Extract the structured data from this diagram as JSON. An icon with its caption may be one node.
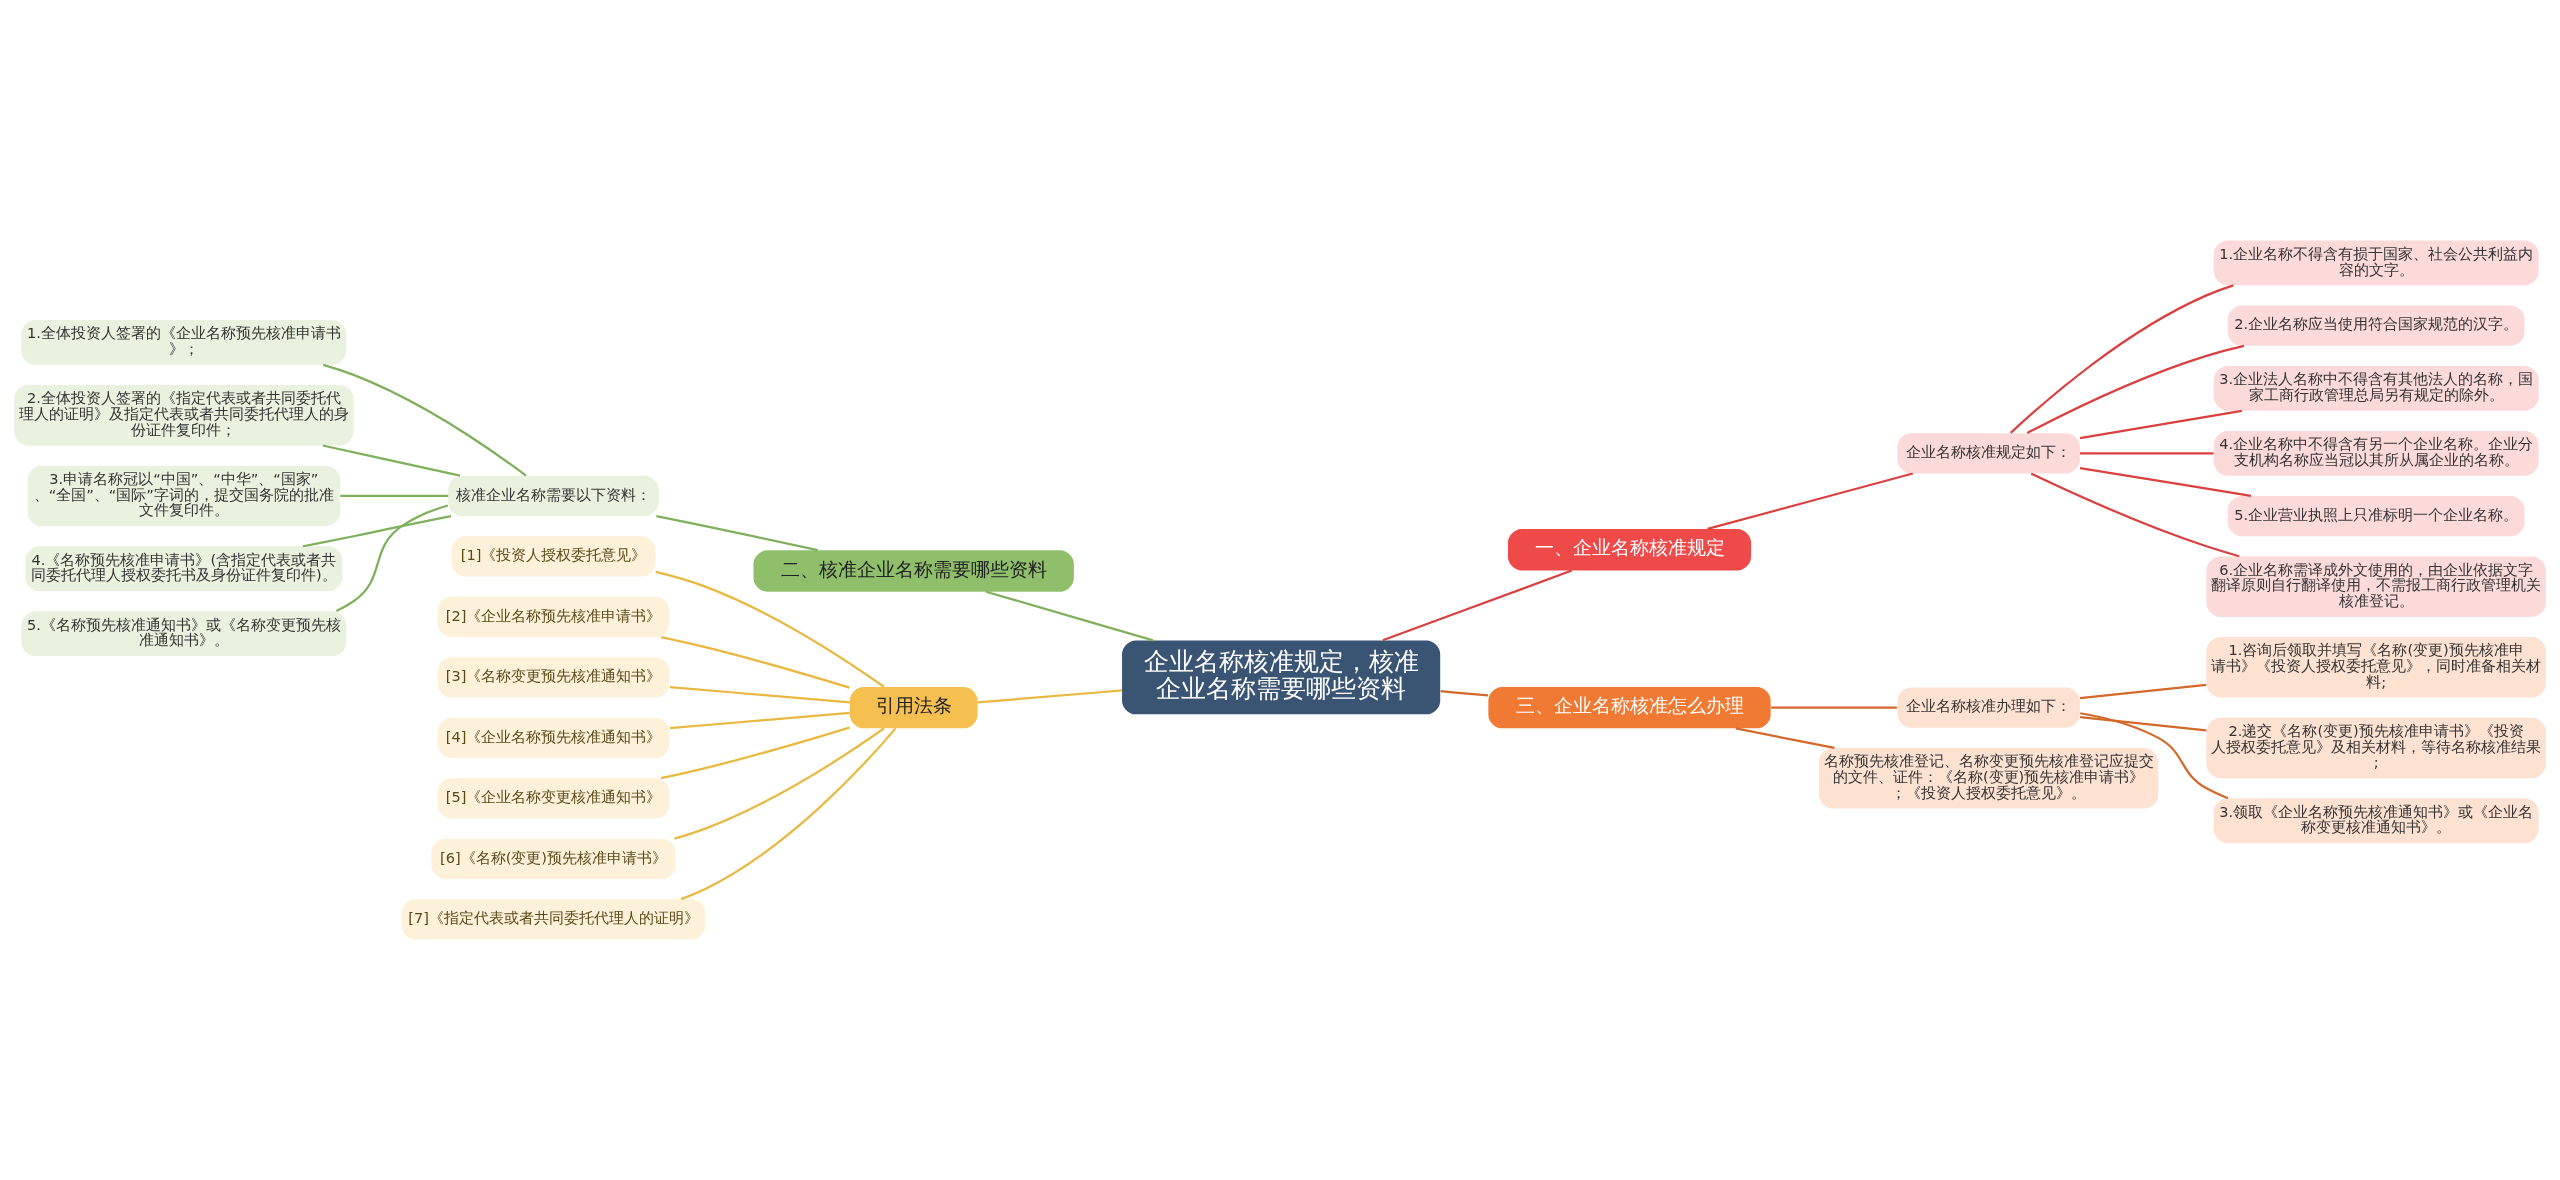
{
  "diagram": {
    "nodes": [
      {
        "text": [
          "企业名称核准规定，核准企业名称需要哪些资料"
        ]
      },
      {
        "text": [
          "一、企业名称核准规定"
        ]
      },
      {
        "text": [
          "企业名称核准规定如下："
        ]
      },
      {
        "text": [
          "1.企业名称不得含有损于国家、社会公共利益内容的文字。"
        ]
      },
      {
        "text": [
          "2.企业名称应当使用符合国家规范的汉字。"
        ]
      },
      {
        "text": [
          "3.企业法人名称中不得含有其他法人的名称，国家工商行政管理总局另有规定的除外。"
        ]
      },
      {
        "text": [
          "4.企业名称中不得含有另一个企业名称。企业分支机构名称应当冠以其所从属企业的名称。"
        ]
      },
      {
        "text": [
          "5.企业营业执照上只准标明一个企业名称。"
        ]
      },
      {
        "text": [
          "6.企业名称需译成外文使用的，由企业依据文字翻译原则自行翻译使用，不需报工商行政管理机关核准登记。"
        ]
      },
      {
        "text": [
          "二、核准企业名称需要哪些资料"
        ]
      },
      {
        "text": [
          "核准企业名称需要以下资料："
        ]
      },
      {
        "text": [
          "1.全体投资人签署的《企业名称预先核准申请书》；"
        ]
      },
      {
        "text": [
          "2.全体投资人签署的《指定代表或者共同委托代理人的证明》及指定代表或者共同委托代理人的身份证件复印件；"
        ]
      },
      {
        "text": [
          "3.申请名称冠以“中国”、“中华”、“国家”、“全国”、“国际”字词的，提交国务院的批准文件复印件。"
        ]
      },
      {
        "text": [
          "4.《名称预先核准申请书》(含指定代表或者共同委托代理人授权委托书及身份证件复印件)。"
        ]
      },
      {
        "text": [
          "5.《名称预先核准通知书》或《名称变更预先核准通知书》。"
        ]
      },
      {
        "text": [
          "三、企业名称核准怎么办理"
        ]
      },
      {
        "text": [
          "企业名称核准办理如下："
        ]
      },
      {
        "text": [
          "1.咨询后领取并填写《名称(变更)预先核准申请书》《投资人授权委托意见》，同时准备相关材料;"
        ]
      },
      {
        "text": [
          "2.递交《名称(变更)预先核准申请书》《投资人授权委托意见》及相关材料，等待名称核准结果;"
        ]
      },
      {
        "text": [
          "3.领取《企业名称预先核准通知书》或《企业名称变更核准通知书》。"
        ]
      },
      {
        "text": [
          "名称预先核准登记、名称变更预先核准登记应提交的文件、证件：《名称(变更)预先核准申请书》；《投资人授权委托意见》。"
        ]
      },
      {
        "text": [
          "引用法条"
        ]
      },
      {
        "text": [
          "[1]《投资人授权委托意见》"
        ]
      },
      {
        "text": [
          "[2]《企业名称预先核准申请书》"
        ]
      },
      {
        "text": [
          "[3]《名称变更预先核准通知书》"
        ]
      },
      {
        "text": [
          "[4]《企业名称预先核准通知书》"
        ]
      },
      {
        "text": [
          "[5]《企业名称变更核准通知书》"
        ]
      },
      {
        "text": [
          "[6]《名称(变更)预先核准申请书》"
        ]
      },
      {
        "text": [
          "[7]《指定代表或者共同委托代理人的证明》"
        ]
      }
    ],
    "edges": [
      {
        "from": 0,
        "to": 1,
        "arrow": "none",
        "color": "#d94040"
      },
      {
        "from": 1,
        "to": 2,
        "arrow": "none",
        "color": "#d94040"
      },
      {
        "from": 2,
        "to": 3,
        "arrow": "none",
        "color": "#d94040"
      },
      {
        "from": 2,
        "to": 4,
        "arrow": "none",
        "color": "#d94040"
      },
      {
        "from": 2,
        "to": 5,
        "arrow": "none",
        "color": "#d94040"
      },
      {
        "from": 2,
        "to": 6,
        "arrow": "none",
        "color": "#d94040"
      },
      {
        "from": 2,
        "to": 7,
        "arrow": "none",
        "color": "#d94040"
      },
      {
        "from": 2,
        "to": 8,
        "arrow": "none",
        "color": "#d94040"
      },
      {
        "from": 0,
        "to": 9,
        "arrow": "none",
        "color": "#7fb05e"
      },
      {
        "from": 9,
        "to": 10,
        "arrow": "none",
        "color": "#7fb05e"
      },
      {
        "from": 10,
        "to": 11,
        "arrow": "none",
        "color": "#7fb05e"
      },
      {
        "from": 10,
        "to": 12,
        "arrow": "none",
        "color": "#7fb05e"
      },
      {
        "from": 10,
        "to": 13,
        "arrow": "none",
        "color": "#7fb05e"
      },
      {
        "from": 10,
        "to": 14,
        "arrow": "none",
        "color": "#7fb05e"
      },
      {
        "from": 10,
        "to": 15,
        "arrow": "none",
        "color": "#7fb05e"
      },
      {
        "from": 0,
        "to": 16,
        "arrow": "none",
        "color": "#d2692a"
      },
      {
        "from": 16,
        "to": 17,
        "arrow": "none",
        "color": "#d2692a"
      },
      {
        "from": 17,
        "to": 18,
        "arrow": "none",
        "color": "#d2692a"
      },
      {
        "from": 17,
        "to": 19,
        "arrow": "none",
        "color": "#d2692a"
      },
      {
        "from": 17,
        "to": 20,
        "arrow": "none",
        "color": "#d2692a"
      },
      {
        "from": 16,
        "to": 21,
        "arrow": "none",
        "color": "#d2692a"
      },
      {
        "from": 0,
        "to": 22,
        "arrow": "none",
        "color": "#e8b840"
      },
      {
        "from": 22,
        "to": 23,
        "arrow": "none",
        "color": "#e8b840"
      },
      {
        "from": 22,
        "to": 24,
        "arrow": "none",
        "color": "#e8b840"
      },
      {
        "from": 22,
        "to": 25,
        "arrow": "none",
        "color": "#e8b840"
      },
      {
        "from": 22,
        "to": 26,
        "arrow": "none",
        "color": "#e8b840"
      },
      {
        "from": 22,
        "to": 27,
        "arrow": "none",
        "color": "#e8b840"
      },
      {
        "from": 22,
        "to": 28,
        "arrow": "none",
        "color": "#e8b840"
      },
      {
        "from": 22,
        "to": 29,
        "arrow": "none",
        "color": "#e8b840"
      }
    ]
  }
}
